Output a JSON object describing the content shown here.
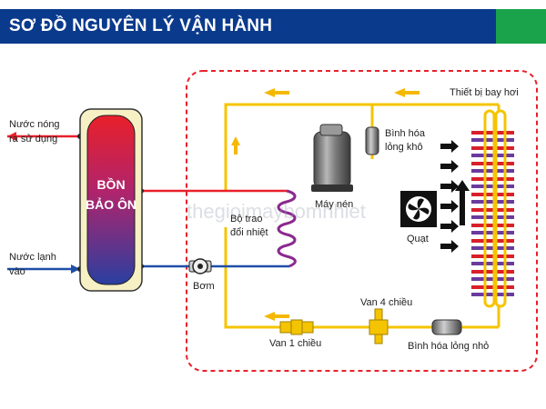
{
  "header": {
    "title": "SƠ ĐỒ NGUYÊN LÝ VẬN HÀNH",
    "bar_color": "#0a3a8c",
    "accent_color": "#1aa34a"
  },
  "watermark": "thegioimaybomnhiet",
  "tank": {
    "line1": "BỒN",
    "line2": "BẢO ÔN"
  },
  "labels": {
    "hot_water_1": "Nước nóng",
    "hot_water_2": "ra sử dụng",
    "cold_water_1": "Nước lạnh",
    "cold_water_2": "vào",
    "pump": "Bơm",
    "exchanger_1": "Bộ trao",
    "exchanger_2": "đổi nhiệt",
    "compressor": "Máy nén",
    "accumulator_1": "Bình hóa",
    "accumulator_2": "lỏng khô",
    "evaporator": "Thiết bị bay hơi",
    "fan": "Quạt",
    "check_valve": "Van 1 chiều",
    "four_way_valve": "Van 4 chiều",
    "receiver": "Bình hóa lỏng nhỏ"
  },
  "colors": {
    "hot_pipe": "#e8202a",
    "cold_pipe": "#1f4fa8",
    "refrigerant_pipe": "#f5c400",
    "boundary": "#e8202a",
    "arrow": "#f5b800"
  },
  "icons": {
    "pump": "pump-icon",
    "compressor": "compressor-icon",
    "fan": "fan-icon"
  }
}
